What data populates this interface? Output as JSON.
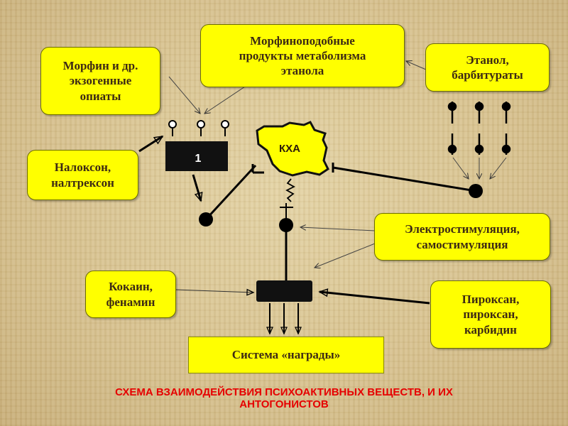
{
  "labels": {
    "morphine": "Морфин и др.\nэкзогенные\nопиаты",
    "morphine_like": "Морфиноподобные\nпродукты метаболизма\nэтанола",
    "ethanol": "Этанол,\nбарбитураты",
    "naloxone": "Налоксон,\nналтрексон",
    "electro": "Электростимуляция,\nсамостимуляция",
    "cocaine": "Кокаин,\nфенамин",
    "pyroxan": "Пироксан,\nпироксан,\nкарбидин",
    "reward": "Система «награды»",
    "receptor_number": "1",
    "kha": "КХА"
  },
  "caption": "СХЕМА ВЗАИМОДЕЙСТВИЯ ПСИХОАКТИВНЫХ ВЕЩЕСТВ, И ИХ\nАНТОГОНИСТОВ",
  "colors": {
    "box_fill": "#ffff00",
    "box_text": "#3d2a14",
    "caption": "#e60000",
    "lines": "#000000"
  }
}
